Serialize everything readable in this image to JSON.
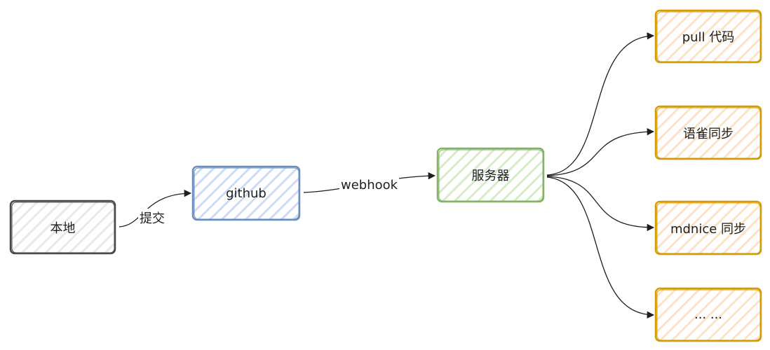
{
  "nodes": {
    "local": {
      "label": "本地",
      "stroke": "#4a4a4a",
      "fill": "#e9e9e9"
    },
    "github": {
      "label": "github",
      "stroke": "#6c8ebf",
      "fill": "#b9cdef"
    },
    "server": {
      "label": "服务器",
      "stroke": "#82b366",
      "fill": "#c3e0b0"
    },
    "pull": {
      "label": "pull 代码",
      "stroke": "#d79b00",
      "fill": "#fad7b0"
    },
    "yuque": {
      "label": "语雀同步",
      "stroke": "#d79b00",
      "fill": "#fad7b0"
    },
    "mdnice": {
      "label": "mdnice 同步",
      "stroke": "#d79b00",
      "fill": "#fad7b0"
    },
    "more": {
      "label": "... ...",
      "stroke": "#d79b00",
      "fill": "#fad7b0"
    }
  },
  "edges": {
    "commit": {
      "label": "提交"
    },
    "webhook": {
      "label": "webhook"
    }
  }
}
